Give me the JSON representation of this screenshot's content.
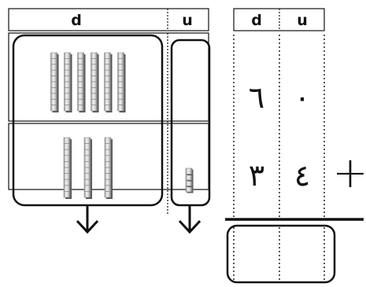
{
  "base_ten_chart": {
    "headers": {
      "tens": "d",
      "units": "u"
    },
    "row1": {
      "tens_rods": 6,
      "unit_cubes": 0
    },
    "row2": {
      "tens_rods": 3,
      "unit_cubes": 4
    }
  },
  "written_sum": {
    "headers": {
      "tens": "d",
      "units": "u"
    },
    "addend1": {
      "tens": "٦",
      "units": "٠"
    },
    "addend2": {
      "tens": "٣",
      "units": "٤"
    },
    "operator": "+"
  },
  "colors": {
    "ink": "#111111",
    "rod_face": "#dcdcdc",
    "rod_edge": "#8a8a8a",
    "rod_shadow": "#555555"
  }
}
